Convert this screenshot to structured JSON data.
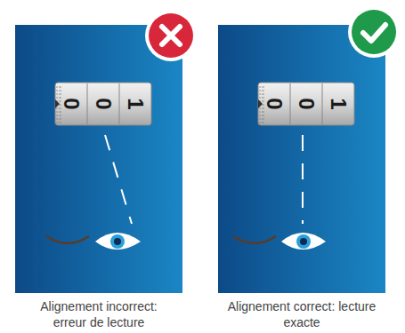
{
  "diagram": {
    "labels": [
      "0",
      "0",
      "1",
      "0",
      "0",
      "1",
      "Alignement incorrect: erreur de lecture",
      "Alignement correct: lecture exacte"
    ]
  }
}
